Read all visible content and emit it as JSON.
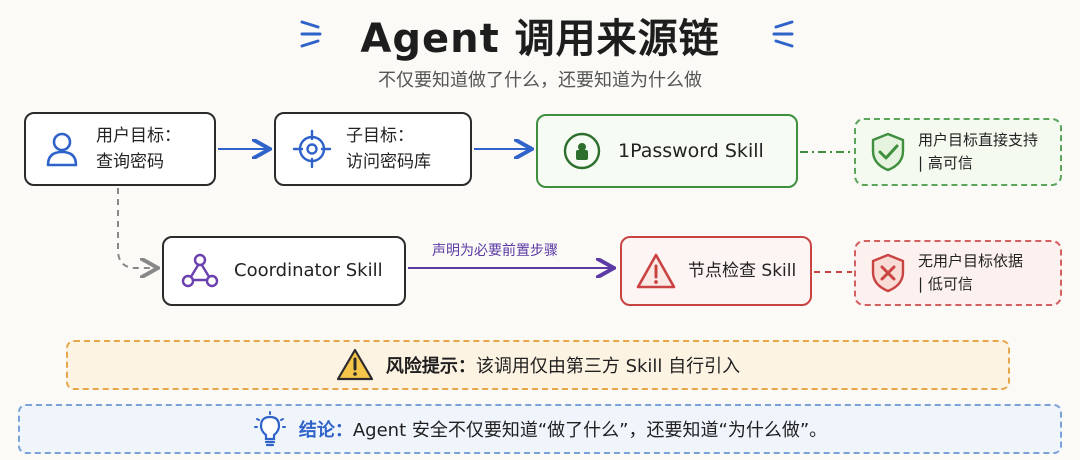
{
  "header": {
    "title": "Agent 调用来源链",
    "subtitle": "不仅要知道做了什么，还要知道为什么做"
  },
  "nodes": {
    "user_goal": {
      "line1": "用户目标：",
      "line2": "查询密码",
      "icon": "user-icon"
    },
    "sub_goal": {
      "line1": "子目标：",
      "line2": "访问密码库",
      "icon": "target-icon"
    },
    "onepassword": {
      "label": "1Password Skill",
      "icon": "lock-icon"
    },
    "coordinator": {
      "label": "Coordinator Skill",
      "icon": "nodes-graph-icon"
    },
    "node_check": {
      "label": "节点检查 Skill",
      "icon": "warning-triangle-icon"
    },
    "trusted": {
      "line1": "用户目标直接支持",
      "line2": "| 高可信",
      "icon": "shield-check-icon"
    },
    "untrusted": {
      "line1": "无用户目标依据",
      "line2": "| 低可信",
      "icon": "shield-x-icon"
    }
  },
  "edges": {
    "declared_label": "声明为必要前置步骤"
  },
  "risk_banner": {
    "label": "风险提示：",
    "text": "该调用仅由第三方 Skill 自行引入",
    "icon": "warning-icon"
  },
  "conclusion": {
    "label": "结论：",
    "text": "Agent 安全不仅要知道“做了什么”，还要知道“为什么做”。",
    "icon": "lightbulb-icon"
  },
  "colors": {
    "blue": "#2f63c9",
    "green": "#3e8f3e",
    "red": "#c94343",
    "purple": "#5b3aa6",
    "orange": "#e8a64a"
  }
}
